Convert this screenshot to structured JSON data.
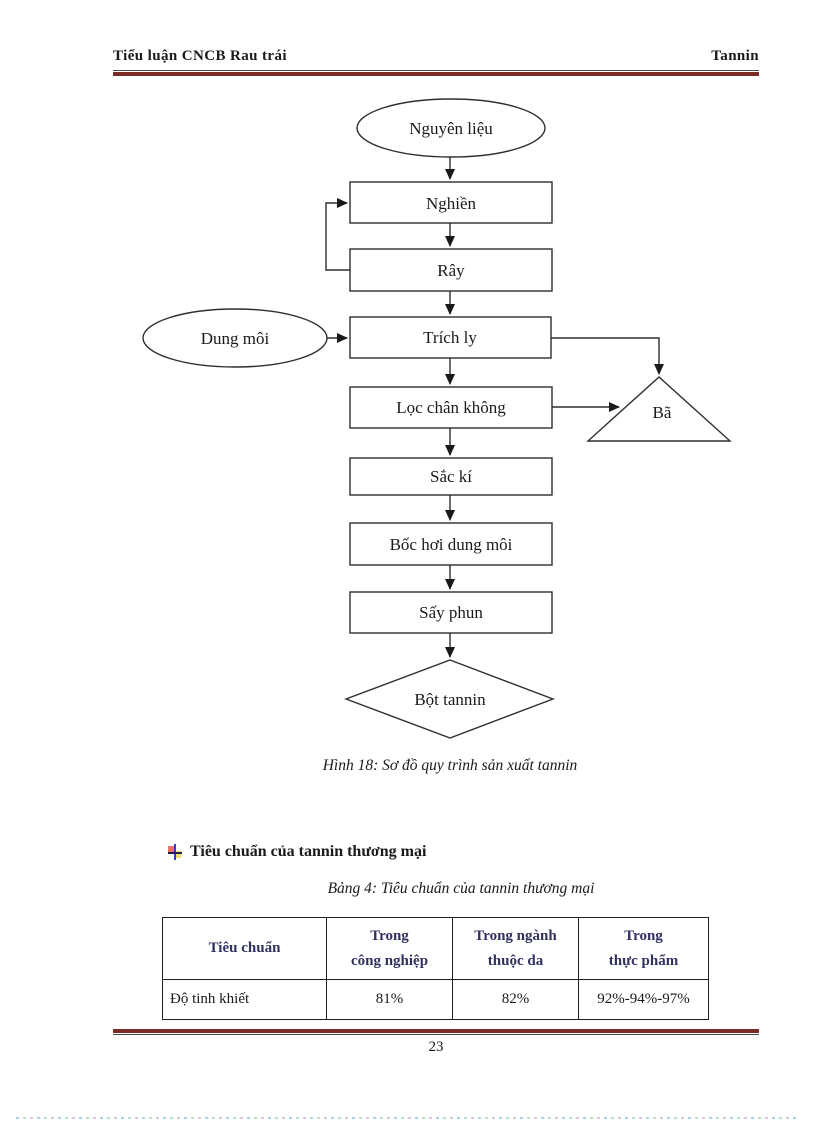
{
  "page": {
    "header_left": "Tiểu luận CNCB Rau trái",
    "header_right": "Tannin",
    "page_number": "23"
  },
  "flowchart": {
    "start": "Nguyên liệu",
    "side_input": "Dung môi",
    "steps": [
      "Nghiền",
      "Rây",
      "Trích ly",
      "Lọc chân không",
      "Sắc kí",
      "Bốc hơi dung môi",
      "Sấy phun"
    ],
    "waste": "Bã",
    "output": "Bột tannin",
    "caption": "Hình 18: Sơ đồ quy trình sản xuất tannin"
  },
  "section": {
    "heading": "Tiêu chuẩn của tannin thương mại",
    "bullet_icon": "colored-cross-bullet"
  },
  "table": {
    "caption": "Bảng 4: Tiêu chuẩn của tannin thương mại",
    "headers": [
      {
        "line1": "Tiêu chuẩn",
        "line2": ""
      },
      {
        "line1": "Trong",
        "line2": "công nghiệp"
      },
      {
        "line1": "Trong ngành",
        "line2": "thuộc da"
      },
      {
        "line1": "Trong",
        "line2": "thực phẩm"
      }
    ],
    "rows": [
      [
        "Độ tinh khiết",
        "81%",
        "82%",
        "92%-94%-97%"
      ]
    ]
  },
  "colors": {
    "rule_maroon": "#7b2d25",
    "table_header_text": "#31315f",
    "body_text": "#1a1a1a"
  }
}
